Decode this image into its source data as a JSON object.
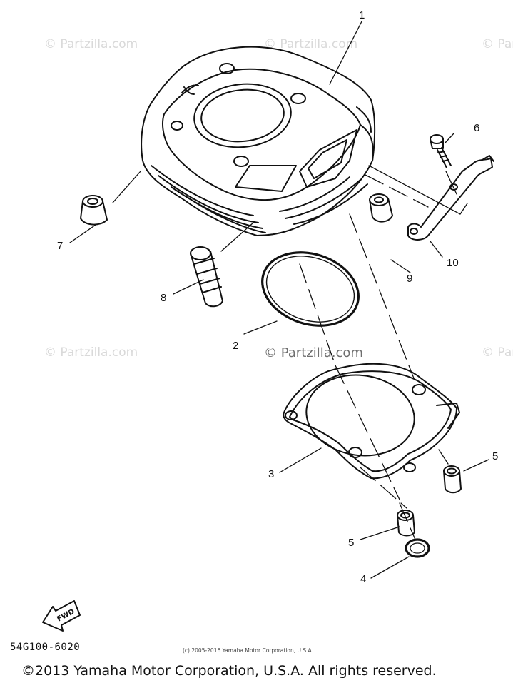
{
  "watermarks": {
    "text": "© Partzilla.com"
  },
  "callouts": {
    "c1": "1",
    "c2": "2",
    "c3": "3",
    "c4": "4",
    "c5a": "5",
    "c5b": "5",
    "c6": "6",
    "c7": "7",
    "c8": "8",
    "c9": "9",
    "c10": "10"
  },
  "arrow": {
    "label": "FWD"
  },
  "part_code": "54G100-6020",
  "small_copyright": "(c) 2005-2016 Yamaha Motor Corporation, U.S.A.",
  "footer": "©2013 Yamaha Motor Corporation, U.S.A. All rights reserved.",
  "colors": {
    "ink": "#111111",
    "watermark": "#d9d9d9"
  }
}
